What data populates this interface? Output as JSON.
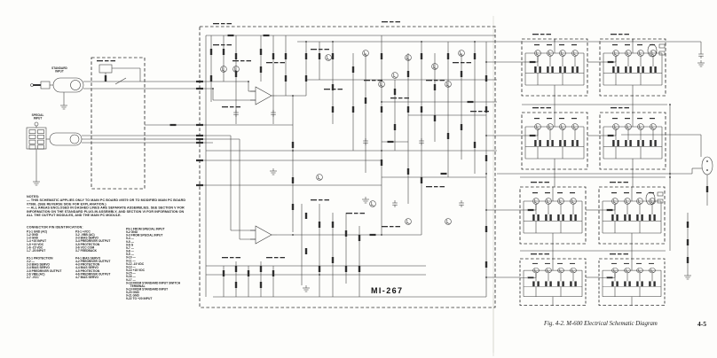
{
  "page": {
    "caption": "Fig. 4-2.  M-600 Electrical Schematic Diagram",
    "page_number": "4-5"
  },
  "schematic": {
    "module_label": "MI-267",
    "standard_input_label": [
      "STANDARD",
      "INPUT"
    ],
    "special_input_label": [
      "SPECIAL",
      "INPUT"
    ]
  },
  "notes": {
    "title": "NOTES:",
    "items": [
      "— THIS SCHEMATIC APPLIES ONLY TO MAIN PC BOARD #9579 OR TO MODIFIED MAIN PC BOARD #7986. (SEE REVERSE SIDE FOR EXPLANATION.)",
      "— ALL AREAS ENCLOSED IN DASHED LINES ARE SEPARATE ASSEMBLIES. SEE SECTION V FOR INFORMATION ON THE STANDARD PLUG-IN ASSEMBLY, AND SECTION VI FOR INFORMATION ON ALL THE OUTPUT MODULES, AND THE MAIN PC MODULE."
    ]
  },
  "connectors": {
    "title": "CONNECTOR PIN IDENTIFICATION:",
    "p1": [
      "P1-1 GND (AC)",
      "1-2 GND",
      "1-3 GND",
      "1-4 +20 INPUT",
      "1-5 +15 VDC",
      "1-6 -15 VDC",
      "1-7 -20 INPUT"
    ],
    "p2": [
      "P2-1 PROTECTION",
      "2-2 —",
      "2-3 BIAS SERVO",
      "2-4 BIAS SERVO",
      "2-5 PREDRIVER OUTPUT",
      "2-6 VBB (AC)",
      "2-7 -VCC"
    ],
    "p3": [
      "P3-1 +VCC",
      "3-2 -VBB (AC)",
      "3-3 BIAS SERVO",
      "3-4 PREDRIVER OUTPUT",
      "3-5 PROTECTION",
      "3-6 VCC COM",
      "3-7 FEEDBACK"
    ],
    "p4": [
      "P4-1 BIAS SERVO",
      "4-2 PREDRIVER OUTPUT",
      "4-3 PROTECTION",
      "4-4 BIAS SERVO",
      "4-5 PROTECTION",
      "4-6 PREDRIVER OUTPUT",
      "4-7 BIAS SERVO"
    ],
    "p9": [
      "P9-1 FROM SPECIAL INPUT",
      "9-2 GND",
      "9-3 FROM SPECIAL INPUT",
      "9-4 —",
      "9-5 —",
      "9-6 G",
      "9-7 —",
      "9-8 —",
      "9-9 —",
      "9-10 —",
      "9-11 —",
      "9-12 -15 VDC",
      "9-13 —",
      "9-14 +15 VDC",
      "9-15 —",
      "9-16 —",
      "9-17 —",
      "9-18 FROM STANDARD INPUT SWITCH",
      "     TERMINAL",
      "9-19 FROM STANDARD INPUT",
      "9-20 GND",
      "9-21 GND",
      "9-22 TO +20 INPUT"
    ]
  }
}
